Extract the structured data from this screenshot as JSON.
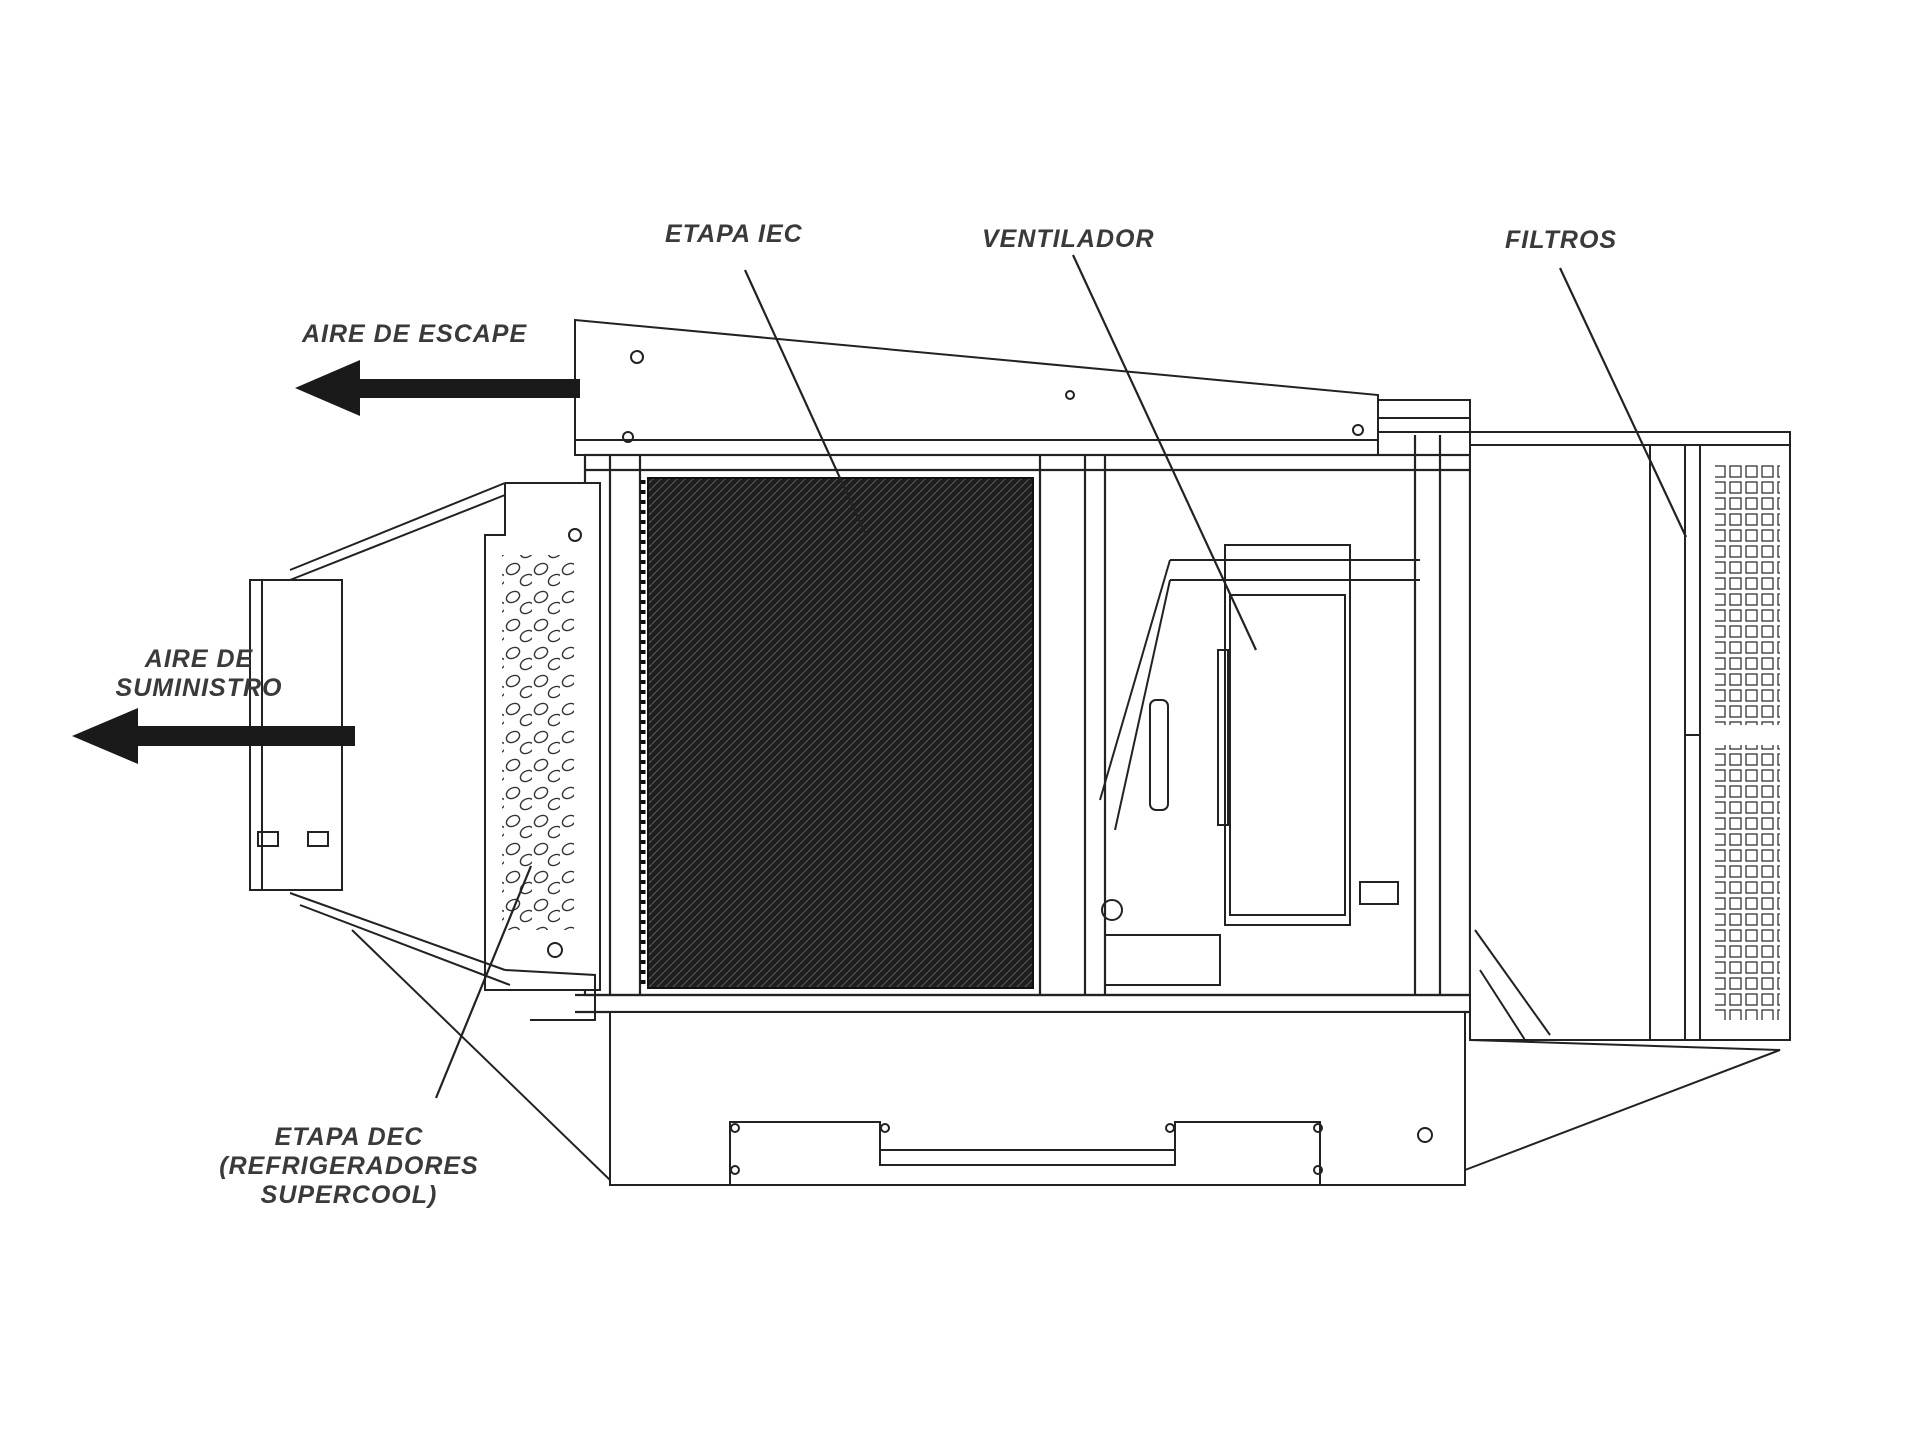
{
  "labels": {
    "iec_stage": "ETAPA IEC",
    "fan": "VENTILADOR",
    "filters": "FILTROS",
    "exhaust_air": "AIRE DE ESCAPE",
    "supply_air_line1": "AIRE DE",
    "supply_air_line2": "SUMINISTRO",
    "dec_stage_line1": "ETAPA DEC",
    "dec_stage_line2": "(REFRIGERADORES",
    "dec_stage_line3": "SUPERCOOL)"
  },
  "colors": {
    "line": "#222222",
    "arrow": "#1a1a1a",
    "media": "#2b2b2b",
    "label": "#3a3a3a",
    "background": "#ffffff"
  }
}
